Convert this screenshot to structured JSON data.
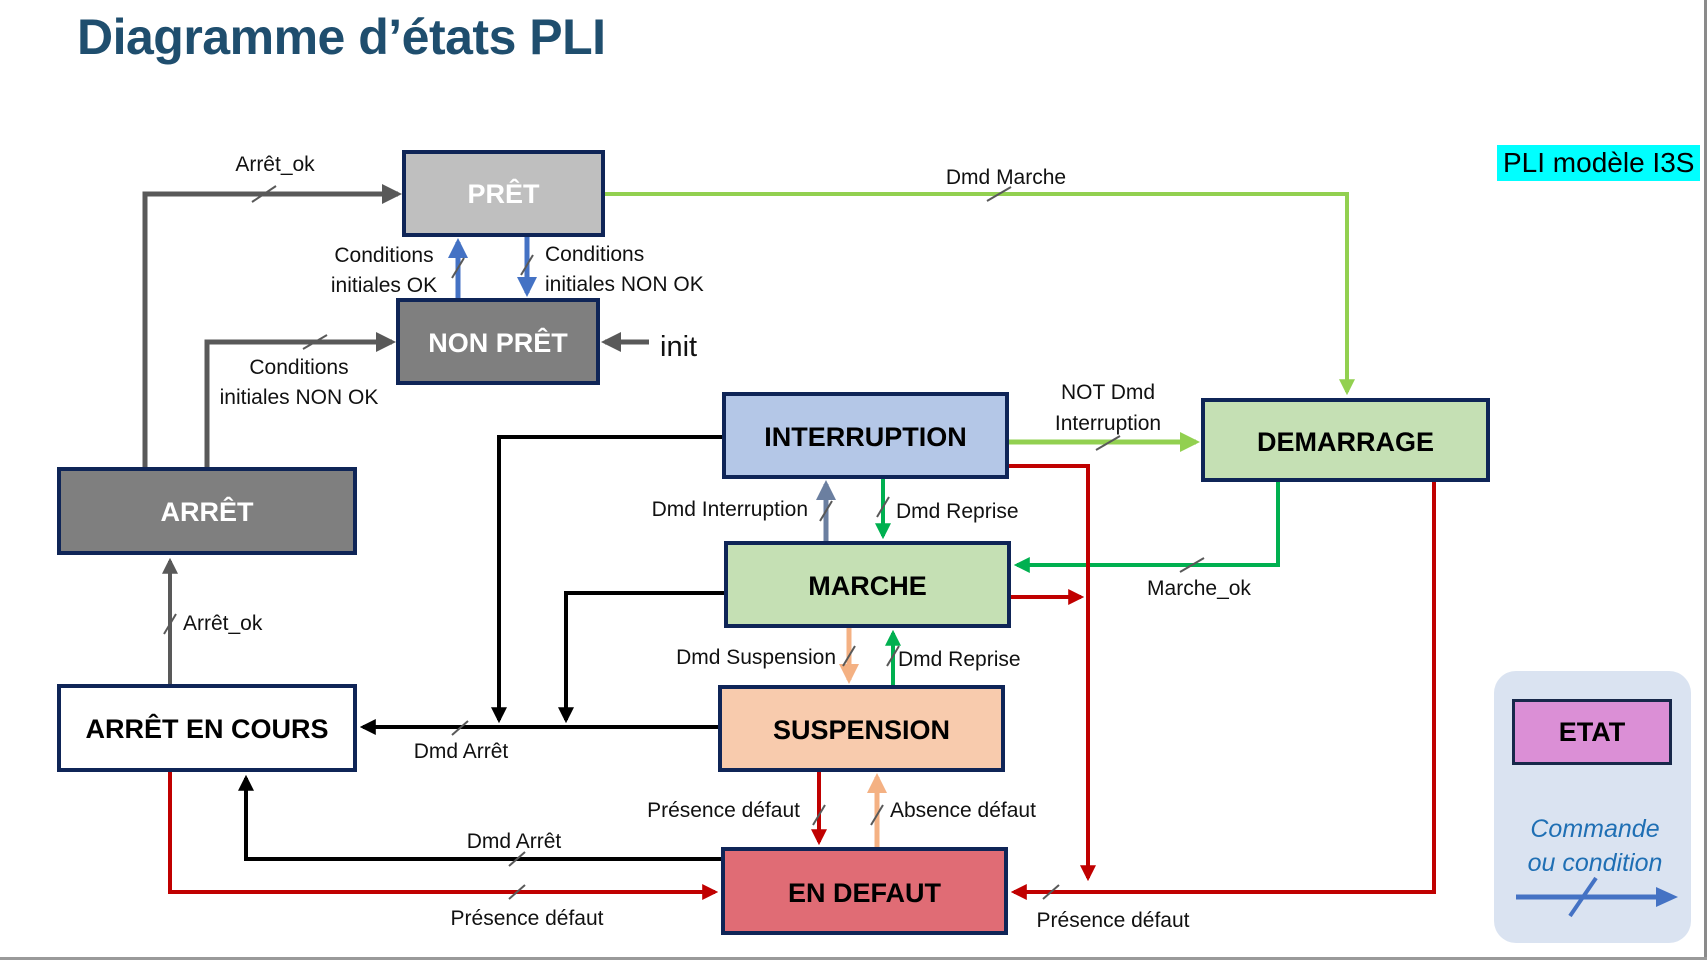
{
  "title": "Diagramme d’états PLI",
  "model_tag": "PLI modèle I3S",
  "states": {
    "pret": {
      "label": "PRÊT",
      "fill": "#bfbfbf",
      "text_color": "#ffffff"
    },
    "non_pret": {
      "label": "NON PRÊT",
      "fill": "#7f7f7f",
      "text_color": "#ffffff"
    },
    "arret": {
      "label": "ARRÊT",
      "fill": "#7f7f7f",
      "text_color": "#ffffff"
    },
    "arret_en_cours": {
      "label": "ARRÊT EN COURS",
      "fill": "#ffffff",
      "text_color": "#000000"
    },
    "interruption": {
      "label": "INTERRUPTION",
      "fill": "#b4c7e7",
      "text_color": "#000000"
    },
    "demarrage": {
      "label": "DEMARRAGE",
      "fill": "#c5e0b4",
      "text_color": "#000000"
    },
    "marche": {
      "label": "MARCHE",
      "fill": "#c5e0b4",
      "text_color": "#000000"
    },
    "suspension": {
      "label": "SUSPENSION",
      "fill": "#f8cbad",
      "text_color": "#000000"
    },
    "en_defaut": {
      "label": "EN DEFAUT",
      "fill": "#e06c75",
      "text_color": "#000000"
    }
  },
  "state_border_color": "#0f2557",
  "transitions": {
    "arret_to_pret": {
      "label": "Arrêt_ok",
      "color": "#595959"
    },
    "arret_to_non_pret": {
      "label_line1": "Conditions",
      "label_line2": "initiales NON OK",
      "color": "#595959"
    },
    "non_pret_to_pret": {
      "label_line1": "Conditions",
      "label_line2": "initiales OK",
      "color": "#4472c4"
    },
    "pret_to_non_pret": {
      "label_line1": "Conditions",
      "label_line2": "initiales NON OK",
      "color": "#4472c4"
    },
    "init": {
      "label": "init",
      "color": "#595959"
    },
    "pret_to_demarrage": {
      "label": "Dmd Marche",
      "color": "#92d050"
    },
    "interruption_to_demarrage": {
      "label_line1": "NOT Dmd",
      "label_line2": "Interruption",
      "color": "#92d050"
    },
    "marche_to_interruption": {
      "label": "Dmd Interruption",
      "color": "#6b7fa0"
    },
    "interruption_to_marche": {
      "label": "Dmd Reprise",
      "color": "#00b050"
    },
    "demarrage_to_marche": {
      "label": "Marche_ok",
      "color": "#00b050"
    },
    "marche_to_suspension": {
      "label": "Dmd Suspension",
      "color": "#f4b183"
    },
    "suspension_to_marche": {
      "label": "Dmd Reprise",
      "color": "#00b050"
    },
    "suspension_to_en_defaut": {
      "label": "Présence défaut",
      "color": "#c00000"
    },
    "en_defaut_to_suspension": {
      "label": "Absence défaut",
      "color": "#f4b183"
    },
    "to_arret_en_cours": {
      "label": "Dmd Arrêt",
      "color": "#000000"
    },
    "en_defaut_to_arret_en_cours": {
      "label": "Dmd Arrêt",
      "color": "#000000"
    },
    "arret_en_cours_to_en_defaut": {
      "label": "Présence défaut",
      "color": "#c00000"
    },
    "running_to_en_defaut": {
      "label": "Présence défaut",
      "color": "#c00000"
    },
    "arret_en_cours_to_arret": {
      "label": "Arrêt_ok",
      "color": "#595959"
    }
  },
  "legend": {
    "state_label": "ETAT",
    "state_fill": "#db8fd6",
    "transition_line1": "Commande",
    "transition_line2": "ou condition",
    "transition_color": "#4472c4"
  }
}
